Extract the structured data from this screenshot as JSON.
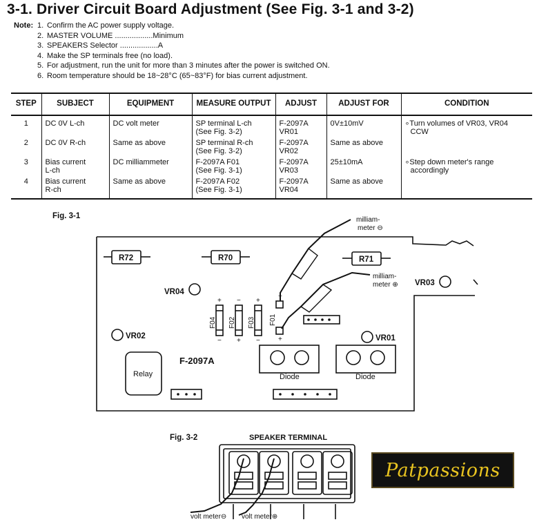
{
  "heading": {
    "number": "3-1.",
    "title": "Driver Circuit Board Adjustment",
    "ref": "(See Fig. 3-1 and 3-2)"
  },
  "notes": {
    "label": "Note:",
    "items": [
      {
        "n": "1.",
        "text": "Confirm the AC power supply voltage."
      },
      {
        "n": "2.",
        "text": "MASTER VOLUME ..................Minimum"
      },
      {
        "n": "3.",
        "text": "SPEAKERS Selector ..................A"
      },
      {
        "n": "4.",
        "text": "Make the SP terminals free (no load)."
      },
      {
        "n": "5.",
        "text": "For adjustment, run the unit for more than 3 minutes after the power is switched ON."
      },
      {
        "n": "6.",
        "text": "Room temperature should be 18~28°C (65~83°F) for bias current adjustment."
      }
    ]
  },
  "table": {
    "headers": [
      "STEP",
      "SUBJECT",
      "EQUIPMENT",
      "MEASURE OUTPUT",
      "ADJUST",
      "ADJUST FOR",
      "CONDITION"
    ],
    "rows": [
      {
        "step": "1",
        "subject": "DC 0V L-ch",
        "equipment": "DC volt meter",
        "measure1": "SP terminal L-ch",
        "measure2": "(See Fig. 3-2)",
        "adjust1": "F-2097A",
        "adjust2": "VR01",
        "adjust_for": "0V±10mV",
        "condition1": "∘Turn volumes of VR03, VR04",
        "condition2": "CCW"
      },
      {
        "step": "2",
        "subject": "DC 0V R-ch",
        "equipment": "Same as above",
        "measure1": "SP terminal R-ch",
        "measure2": "(See Fig. 3-2)",
        "adjust1": "F-2097A",
        "adjust2": "VR02",
        "adjust_for": "Same as above",
        "condition1": "",
        "condition2": ""
      },
      {
        "step": "3",
        "subject1": "Bias current",
        "subject2": "L-ch",
        "equipment": "DC milliammeter",
        "measure1": "F-2097A F01",
        "measure2": "(See Fig. 3-1)",
        "adjust1": "F-2097A",
        "adjust2": "VR03",
        "adjust_for": "25±10mA",
        "condition1": "∘Step down meter's range",
        "condition2": "accordingly"
      },
      {
        "step": "4",
        "subject1": "Bias current",
        "subject2": "R-ch",
        "equipment": "Same as above",
        "measure1": "F-2097A F02",
        "measure2": "(See Fig. 3-1)",
        "adjust1": "F-2097A",
        "adjust2": "VR04",
        "adjust_for": "Same as above",
        "condition1": "",
        "condition2": ""
      }
    ]
  },
  "fig1": {
    "label": "Fig. 3-1",
    "resistors": [
      "R72",
      "R70",
      "R71"
    ],
    "vr": [
      "VR04",
      "VR03",
      "VR02",
      "VR01"
    ],
    "fuses": [
      "F04",
      "F02",
      "F03",
      "F01"
    ],
    "board_name": "F-2097A",
    "relay": "Relay",
    "diodes": [
      "Diode",
      "Diode"
    ],
    "milliammeter_minus": [
      "milliam-",
      "meter ⊖"
    ],
    "milliammeter_plus": [
      "milliam-",
      "meter ⊕"
    ],
    "plus": "+",
    "minus": "−"
  },
  "fig2": {
    "label": "Fig. 3-2",
    "title": "SPEAKER TERMINAL",
    "volt_minus": "volt meter⊖",
    "volt_plus": "volt meter⊕"
  },
  "watermark": "Patpassions"
}
